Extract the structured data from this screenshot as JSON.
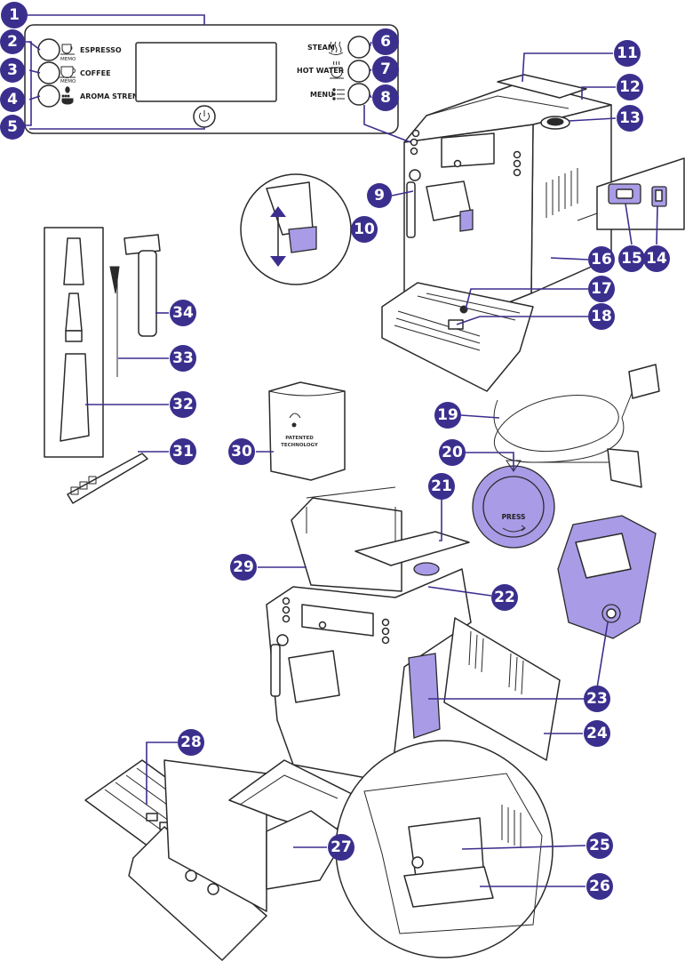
{
  "control_panel": {
    "espresso_label": "ESPRESSO",
    "coffee_label": "COFFEE",
    "aroma_label": "AROMA STRENGTH",
    "steam_label": "STEAM",
    "hot_water_label": "HOT WATER",
    "menu_label": "MENU",
    "memo_label": "MEMO",
    "power_symbol": "⏻"
  },
  "water_filter": {
    "label_line1": "PATENTED",
    "label_line2": "TECHNOLOGY"
  },
  "brew_adjust_knob": {
    "label": "PRESS"
  },
  "callouts": [
    {
      "number": "1"
    },
    {
      "number": "2"
    },
    {
      "number": "3"
    },
    {
      "number": "4"
    },
    {
      "number": "5"
    },
    {
      "number": "6"
    },
    {
      "number": "7"
    },
    {
      "number": "8"
    },
    {
      "number": "9"
    },
    {
      "number": "10"
    },
    {
      "number": "11"
    },
    {
      "number": "12"
    },
    {
      "number": "13"
    },
    {
      "number": "14"
    },
    {
      "number": "15"
    },
    {
      "number": "16"
    },
    {
      "number": "17"
    },
    {
      "number": "18"
    },
    {
      "number": "19"
    },
    {
      "number": "20"
    },
    {
      "number": "21"
    },
    {
      "number": "22"
    },
    {
      "number": "23"
    },
    {
      "number": "24"
    },
    {
      "number": "25"
    },
    {
      "number": "26"
    },
    {
      "number": "27"
    },
    {
      "number": "28"
    },
    {
      "number": "29"
    },
    {
      "number": "30"
    },
    {
      "number": "31"
    },
    {
      "number": "32"
    },
    {
      "number": "33"
    },
    {
      "number": "34"
    }
  ],
  "colors": {
    "callout": "#3b2f8e",
    "highlight": "#a99be6",
    "line": "#2a2a2a"
  }
}
